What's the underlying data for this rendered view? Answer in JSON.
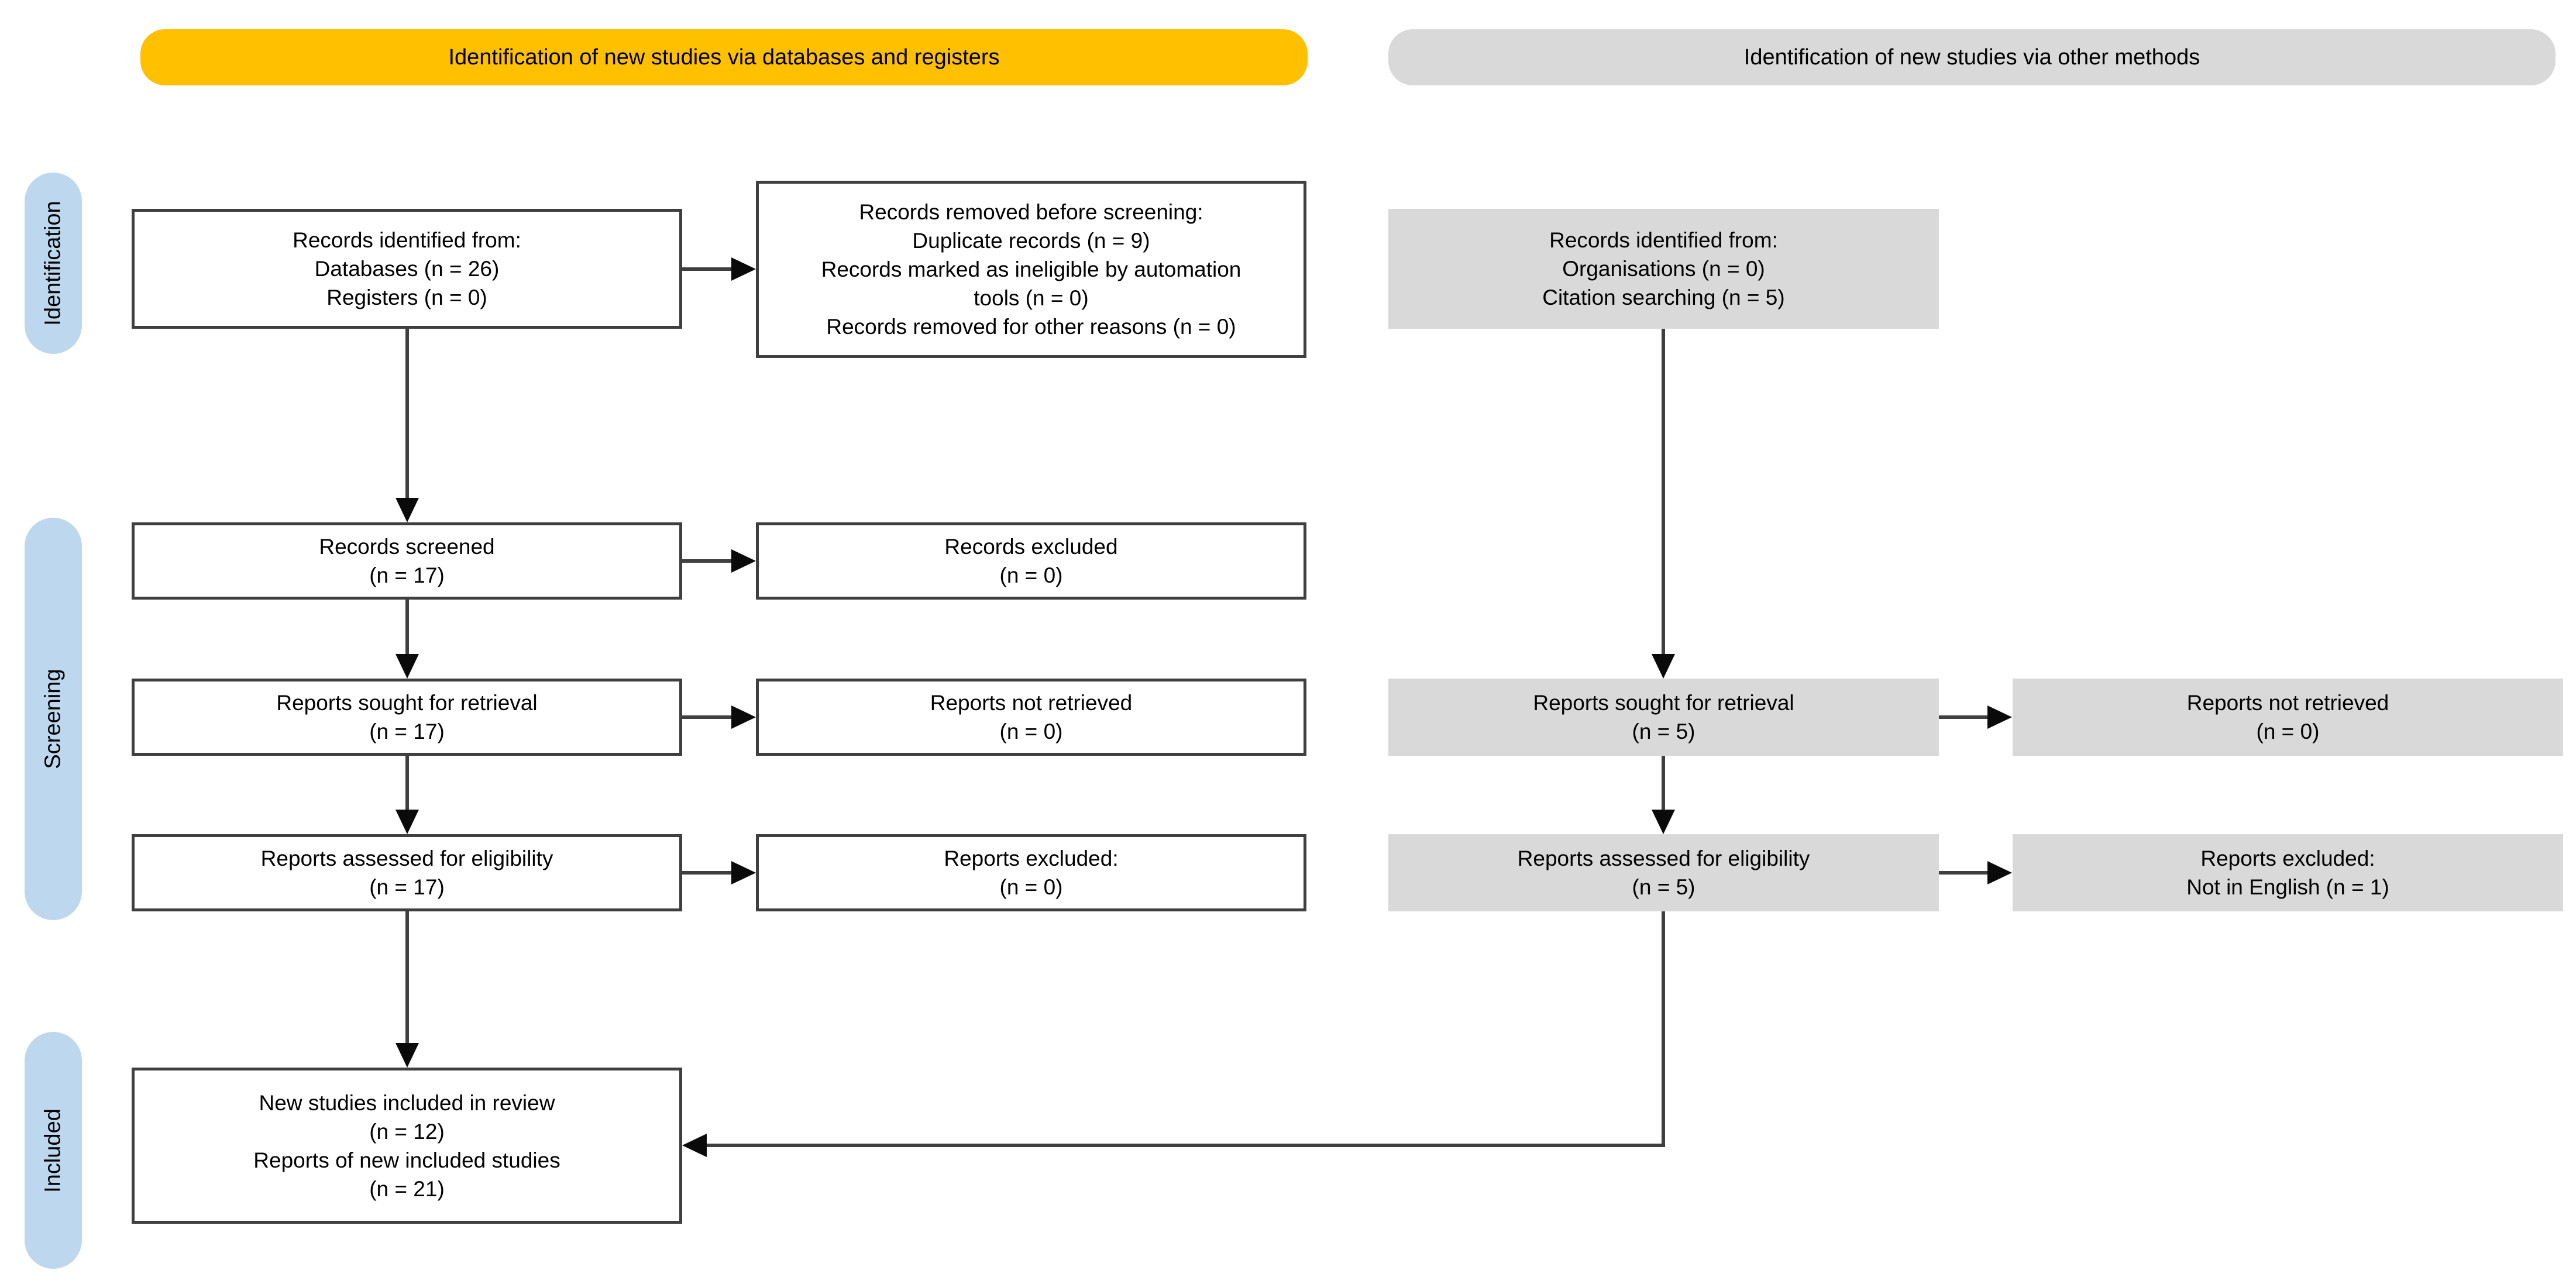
{
  "headers": {
    "databases": "Identification of new studies via databases and registers",
    "other_methods": "Identification of new studies via other methods"
  },
  "stages": {
    "identification": "Identification",
    "screening": "Screening",
    "included": "Included"
  },
  "boxes": {
    "records_identified_db": "Records identified from:\nDatabases (n = 26)\nRegisters (n = 0)",
    "records_removed": "Records removed before screening:\nDuplicate records (n = 9)\nRecords marked as ineligible by automation\ntools (n = 0)\nRecords removed for other reasons (n = 0)",
    "records_identified_other": "Records identified from:\nOrganisations (n = 0)\nCitation searching (n = 5)",
    "records_screened": "Records screened\n(n = 17)",
    "records_excluded": "Records excluded\n(n = 0)",
    "reports_sought_db": "Reports sought for retrieval\n(n = 17)",
    "reports_not_retrieved_db": "Reports not retrieved\n(n = 0)",
    "reports_sought_other": "Reports sought for retrieval\n(n = 5)",
    "reports_not_retrieved_other": "Reports not retrieved\n(n = 0)",
    "reports_assessed_db": "Reports assessed for eligibility\n(n = 17)",
    "reports_excluded_db": "Reports excluded:\n(n = 0)",
    "reports_assessed_other": "Reports assessed for eligibility\n(n = 5)",
    "reports_excluded_other": "Reports excluded:\nNot in English (n = 1)",
    "included_studies": "New studies included in review\n(n = 12)\nReports of new included studies\n(n = 21)"
  },
  "colors": {
    "header_db": "#FFC000",
    "header_other": "#D9D9D9",
    "stage_pill": "#BDD7EE",
    "gray_box": "#D9D9D9",
    "box_border": "#3F3F3F",
    "arrow": "#3F3F3F",
    "arrowhead": "#0a0a0a",
    "text": "#000000"
  }
}
